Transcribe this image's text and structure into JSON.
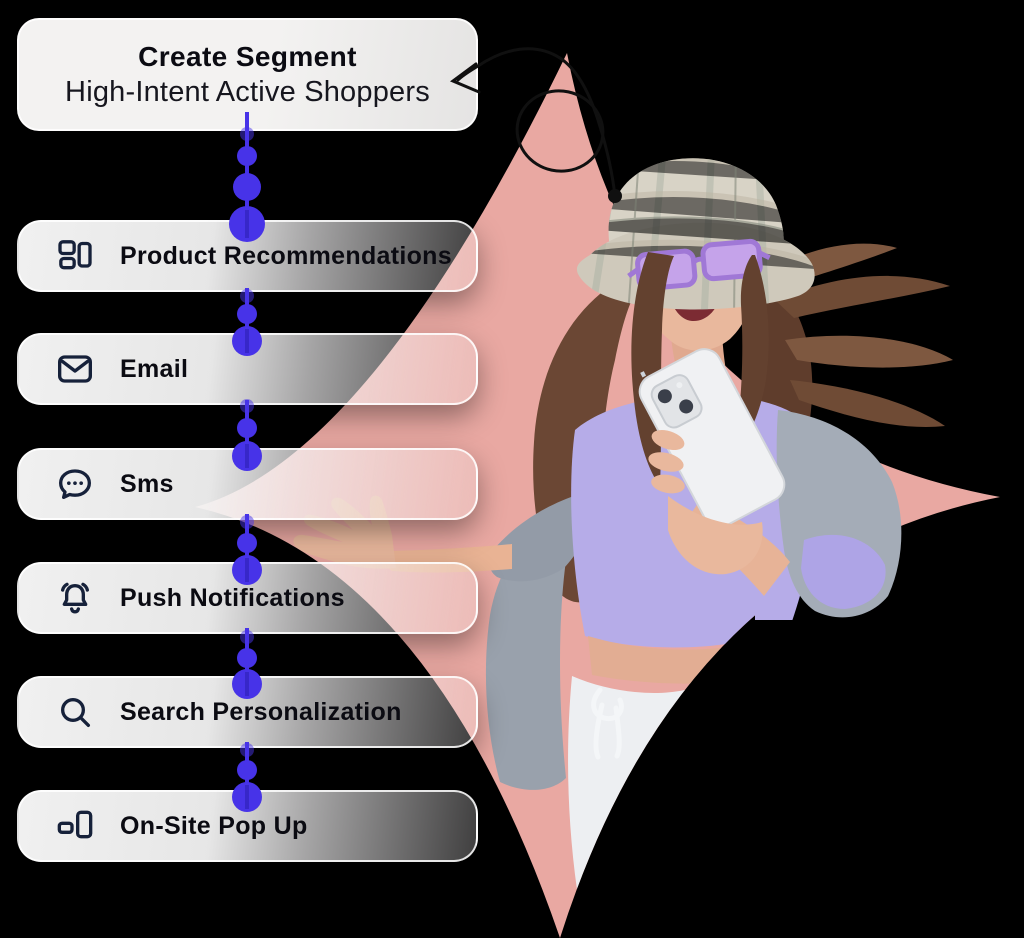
{
  "app": {
    "background_color": "#000000",
    "illustration_subject": "woman-with-phone"
  },
  "segment_card": {
    "title": "Create Segment",
    "subtitle": "High-Intent Active Shoppers"
  },
  "channels": [
    {
      "label": "Product Recommendations",
      "icon": "grid-layout-icon"
    },
    {
      "label": "Email",
      "icon": "email-icon"
    },
    {
      "label": "Sms",
      "icon": "sms-chat-icon"
    },
    {
      "label": "Push Notifications",
      "icon": "push-bell-icon"
    },
    {
      "label": "Search Personalization",
      "icon": "search-icon"
    },
    {
      "label": "On-Site Pop Up",
      "icon": "popup-icon"
    }
  ],
  "colors": {
    "accent_purple": "#4733e8",
    "star_pink": "#e9a8a2",
    "card_background": "#f2f2f2",
    "icon_ink": "#16213a",
    "text_ink": "#0b0b12",
    "doodle_ink": "#101010"
  }
}
